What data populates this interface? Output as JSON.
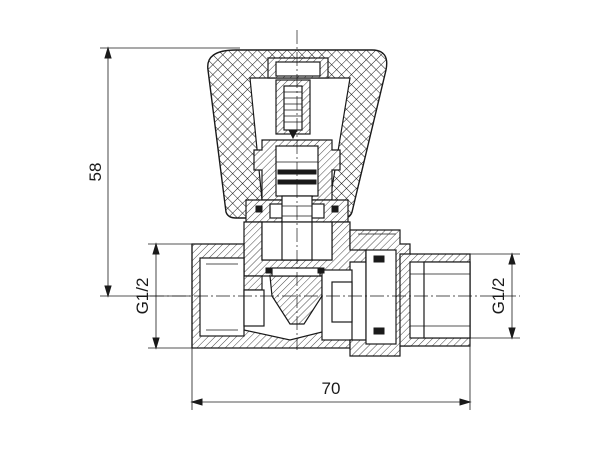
{
  "diagram": {
    "dimensions": {
      "height_label": "58",
      "width_label": "70",
      "inlet_thread_label": "G1/2",
      "outlet_thread_label": "G1/2"
    },
    "colors": {
      "line": "#1a1a1a",
      "background": "#ffffff"
    }
  }
}
